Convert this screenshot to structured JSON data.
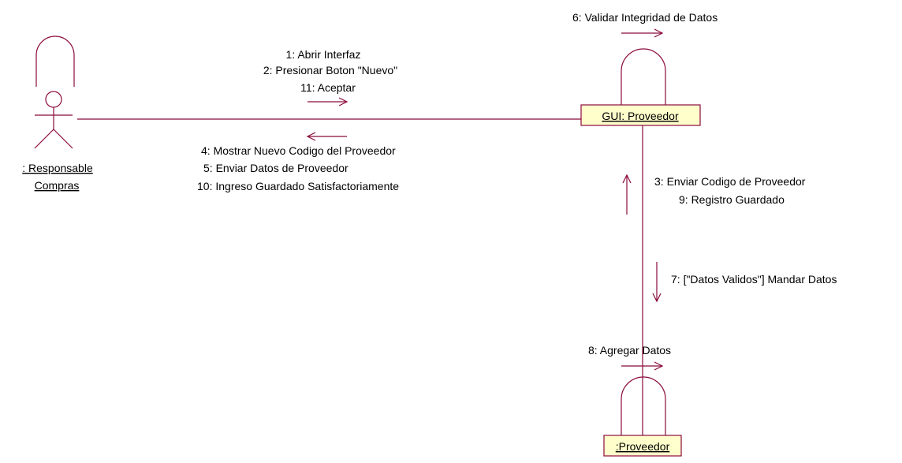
{
  "diagram": {
    "colors": {
      "line": "#8b0a3c",
      "object_fill": "#ffffcc",
      "text": "#000000"
    },
    "actor": {
      "name_line1": ": Responsable",
      "name_line2": "Compras"
    },
    "objects": {
      "gui": ":GUI: Proveedor",
      "gui_label": "GUI: Proveedor",
      "proveedor_label": ":Proveedor"
    },
    "messages": {
      "m1": "1: Abrir Interfaz",
      "m2": "2: Presionar Boton \"Nuevo\"",
      "m11": "11: Aceptar",
      "m4": "4: Mostrar Nuevo Codigo del Proveedor",
      "m5": "5: Enviar Datos de Proveedor",
      "m10": "10: Ingreso Guardado Satisfactoriamente",
      "m6": "6: Validar Integridad de Datos",
      "m3": "3: Enviar Codigo de Proveedor",
      "m9": "9: Registro Guardado",
      "m7": "7: [\"Datos Validos\"] Mandar Datos",
      "m8": "8: Agregar Datos"
    }
  }
}
